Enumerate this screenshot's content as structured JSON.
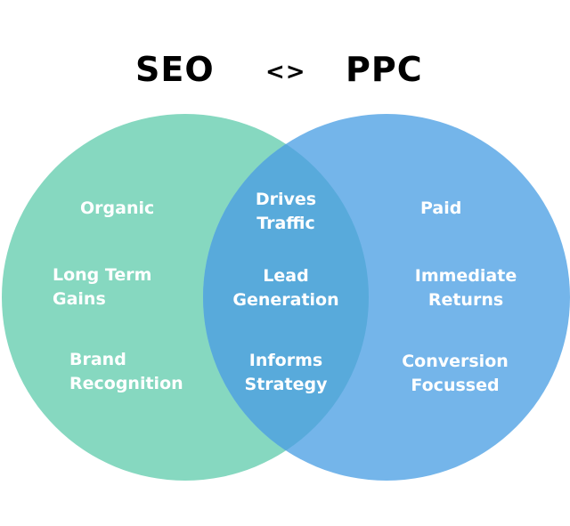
{
  "header": {
    "left": "SEO",
    "separator": "<>",
    "right": "PPC"
  },
  "colors": {
    "seo": "#86D8C0",
    "ppc": "#74B5EA",
    "overlap": "#58AADB"
  },
  "seo": [
    "Organic",
    "Long Term Gains",
    "Brand Recognition"
  ],
  "seo_lines": [
    [
      "Organic"
    ],
    [
      "Long Term",
      "Gains"
    ],
    [
      "Brand",
      "Recognition"
    ]
  ],
  "overlap_lines": [
    [
      "Drives",
      "Traffic"
    ],
    [
      "Lead",
      "Generation"
    ],
    [
      "Informs",
      "Strategy"
    ]
  ],
  "ppc_lines": [
    [
      "Paid"
    ],
    [
      "Immediate",
      "Returns"
    ],
    [
      "Conversion",
      "Focussed"
    ]
  ]
}
